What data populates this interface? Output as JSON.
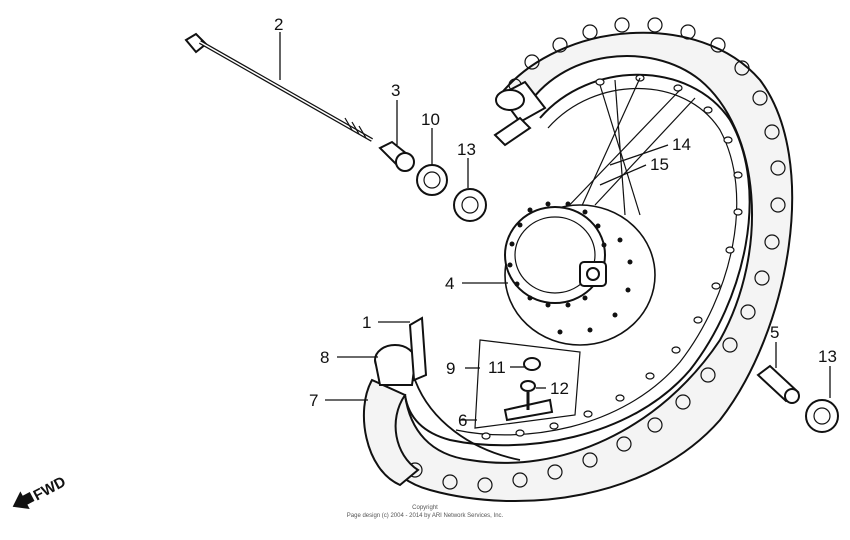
{
  "callouts": {
    "c1": "1",
    "c2": "2",
    "c3": "3",
    "c4": "4",
    "c5": "5",
    "c6": "6",
    "c7": "7",
    "c8": "8",
    "c9": "9",
    "c10": "10",
    "c11": "11",
    "c12": "12",
    "c13a": "13",
    "c13b": "13",
    "c14": "14",
    "c15": "15"
  },
  "direction_marker": "FWD",
  "footer_line1": "Copyright",
  "footer_line2": "Page design (c) 2004 - 2014 by ARI Network Services, Inc."
}
